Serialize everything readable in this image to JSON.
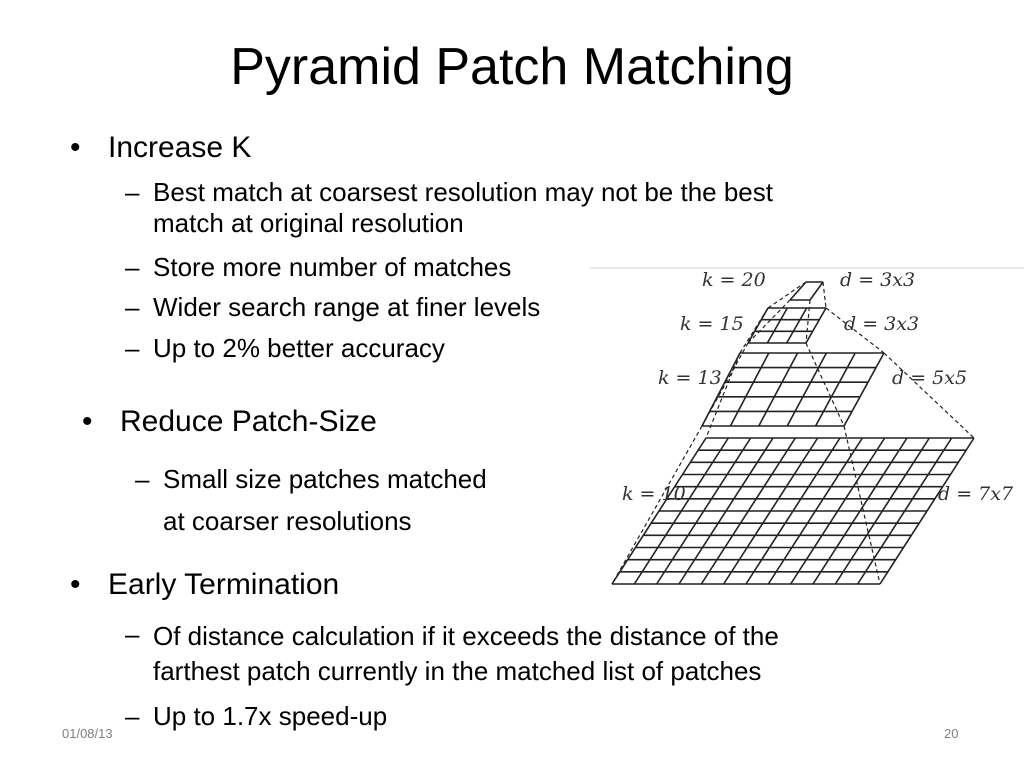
{
  "title": "Pyramid Patch Matching",
  "sections": [
    {
      "bullet": "•",
      "heading": "Increase K",
      "items": [
        "Best match at coarsest resolution may not be the best\nmatch at original resolution",
        "Store more number of matches",
        "Wider search range at finer levels",
        "Up to 2% better accuracy"
      ]
    },
    {
      "bullet": "•",
      "heading": "Reduce Patch-Size",
      "items": [
        "Small size patches matched\nat coarser resolutions"
      ]
    },
    {
      "bullet": "•",
      "heading": "Early Termination",
      "items": [
        "Of distance calculation if it exceeds the distance of the\nfarthest patch currently in the matched list of patches",
        "Up to 1.7x speed-up"
      ]
    }
  ],
  "dash": "–",
  "figure": {
    "levels": [
      {
        "k_label": "k = 20",
        "d_label": "d = 3x3",
        "grid": 1
      },
      {
        "k_label": "k = 15",
        "d_label": "d = 3x3",
        "grid": 3
      },
      {
        "k_label": "k = 13",
        "d_label": "d = 5x5",
        "grid": 5
      },
      {
        "k_label": "k = 10",
        "d_label": "d = 7x7",
        "grid": 12
      }
    ]
  },
  "footer": {
    "date": "01/08/13",
    "page": "20"
  }
}
